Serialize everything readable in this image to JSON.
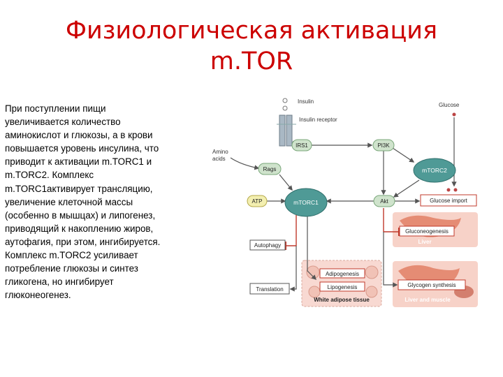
{
  "title": {
    "line1": "Физиологическая активация",
    "line2": "m.TOR"
  },
  "body_lines": [
    "При поступлении пищи",
    "увеличивается количество",
    "аминокислот и глюкозы, а в крови",
    "повышается уровень инсулина, что",
    "приводит к активации  m.TORC1 и",
    "m.TORC2. Комплекс",
    "m.TORC1активирует трансляцию,",
    "увеличение клеточной  массы",
    "(особенно в мышцах) и липогенез,",
    "приводящий к накоплению жиров,",
    "аутофагия, при этом, ингибируется.",
    "Комплекс m.TORC2 усиливает",
    "потребление глюкозы и синтез",
    "гликогена, но ингибирует",
    "глюконеогенез."
  ],
  "diagram": {
    "insulin": "Insulin",
    "insulin_receptor": "Insulin receptor",
    "glucose": "Glucose",
    "amino_acids_1": "Amino",
    "amino_acids_2": "acids",
    "irs1": "IRS1",
    "pi3k": "PI3K",
    "rags": "Rags",
    "mtorc2": "mTORC2",
    "atp": "ATP",
    "mtorc1": "mTORC1",
    "akt": "Akt",
    "glucose_import": "Glucose import",
    "gluconeogenesis": "Gluconeogenesis",
    "liver": "Liver",
    "autophagy": "Autophagy",
    "adipogenesis": "Adipogenesis",
    "lipogenesis": "Lipogenesis",
    "translation": "Translation",
    "glycogen_synthesis": "Glycogen synthesis",
    "white_adipose": "White adipose tissue",
    "liver_muscle": "Liver and muscle"
  },
  "colors": {
    "title": "#cc0000",
    "node_fill": "#cfe3cc",
    "node_stroke": "#7aa77a",
    "complex_fill": "#4f9a96",
    "liver": "#e07a5f",
    "panel_pink": "#f8d9d2",
    "inhibit_red": "#c0392b"
  }
}
